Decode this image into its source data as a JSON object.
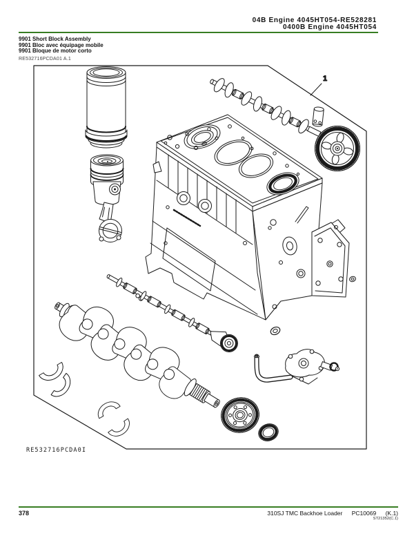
{
  "header": {
    "line1": "04B Engine 4045HT054-RE528281",
    "line2": "0400B Engine 4045HT054"
  },
  "title_block": {
    "line1": "9901 Short Block Assembly",
    "line2": "9901 Bloc avec équipage mobile",
    "line3": "9901 Bloque de motor corto",
    "figure_ref": "RE532716PCDA01 A.1"
  },
  "figure": {
    "callout_1": "1",
    "image_id": "RE532716PCDA0I"
  },
  "footer": {
    "page_number": "378",
    "publication_title": "310SJ TMC Backhoe Loader",
    "publication_number": "PC10069",
    "revision": "(K.1)",
    "sub_revision": "ST21352(C.1)"
  },
  "colors": {
    "rule_green": "#377D22",
    "line_art": "#1a1a1a"
  }
}
